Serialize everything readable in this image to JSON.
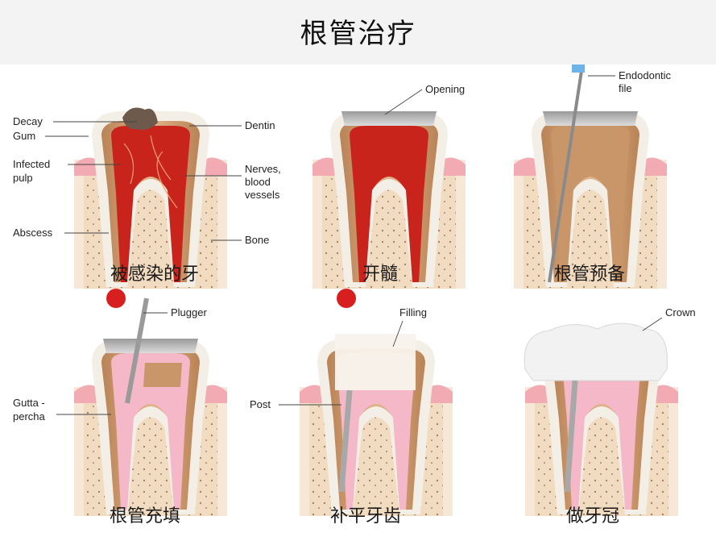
{
  "title": "根管治疗",
  "panels": [
    {
      "caption": "被感染的牙",
      "labels": {
        "decay": "Decay",
        "gum": "Gum",
        "infected": "Infected",
        "pulp": "pulp",
        "abscess": "Abscess",
        "dentin": "Dentin",
        "nerves1": "Nerves,",
        "nerves2": "blood",
        "nerves3": "vessels",
        "bone": "Bone"
      }
    },
    {
      "caption": "开髓",
      "labels": {
        "opening": "Opening"
      }
    },
    {
      "caption": "根管预备",
      "labels": {
        "endo1": "Endodontic",
        "endo2": "file"
      }
    },
    {
      "caption": "根管充填",
      "labels": {
        "plugger": "Plugger",
        "gutta1": "Gutta -",
        "gutta2": "percha"
      }
    },
    {
      "caption": "补平牙齿",
      "labels": {
        "filling": "Filling",
        "post": "Post"
      }
    },
    {
      "caption": "做牙冠",
      "labels": {
        "crown": "Crown"
      }
    }
  ],
  "colors": {
    "bone": "#f1dcc2",
    "gum": "#f2aab3",
    "enamel": "#f4f0ea",
    "dentin": "#c8956a",
    "pulp_infected": "#c8241c",
    "pulp_healthy": "#f5b8c8",
    "metal": "#b8b8b8",
    "crown": "#f2f2f2"
  }
}
